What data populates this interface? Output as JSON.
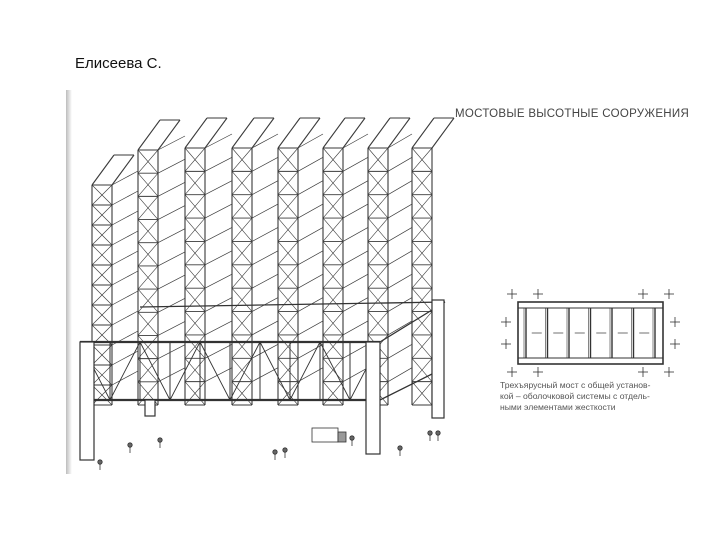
{
  "slide": {
    "author": "Елисеева С."
  },
  "figure": {
    "title": "МОСТОВЫЕ ВЫСОТНЫЕ СООРУЖЕНИЯ",
    "caption_lines": [
      "Трехъярусный мост с общей установ-",
      "кой – оболочковой системы с отдель-",
      "ными элементами жесткости"
    ]
  }
}
